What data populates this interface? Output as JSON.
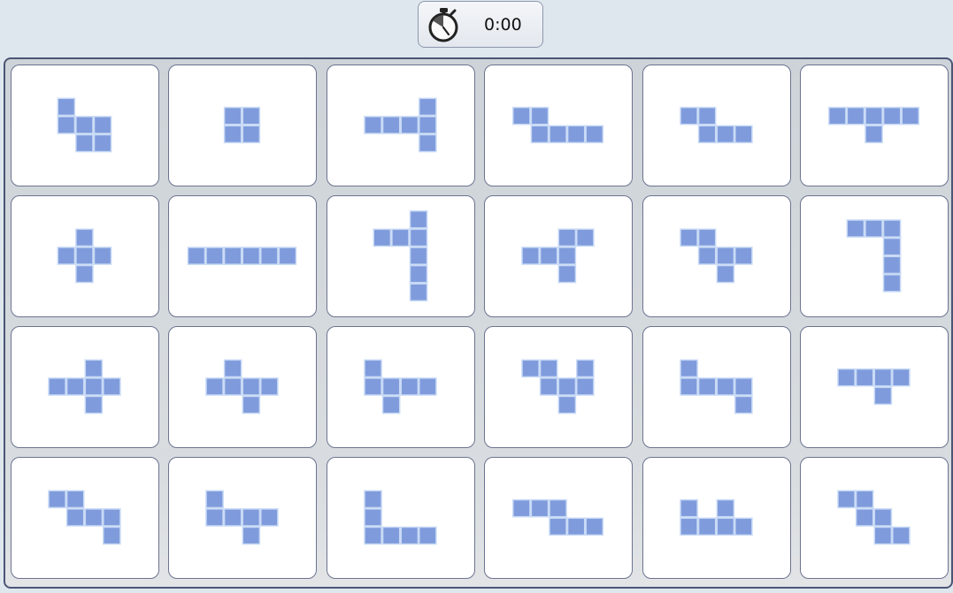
{
  "timer": {
    "value": "0:00",
    "icon": "stopwatch-icon"
  },
  "colors": {
    "cell_fill": "#7f9bdc",
    "cell_stroke": "#c7d9f5",
    "tile_border": "#6c7390",
    "board_border": "#4b5675"
  },
  "board": {
    "rows": 4,
    "cols": 6,
    "tiles": [
      {
        "cells": [
          [
            0,
            0
          ],
          [
            0,
            1
          ],
          [
            1,
            1
          ],
          [
            1,
            2
          ],
          [
            2,
            1
          ],
          [
            2,
            2
          ]
        ]
      },
      {
        "cells": [
          [
            0,
            0
          ],
          [
            1,
            0
          ],
          [
            0,
            1
          ],
          [
            1,
            1
          ]
        ]
      },
      {
        "cells": [
          [
            0,
            1
          ],
          [
            1,
            1
          ],
          [
            2,
            1
          ],
          [
            3,
            0
          ],
          [
            3,
            1
          ],
          [
            3,
            2
          ]
        ]
      },
      {
        "cells": [
          [
            0,
            0
          ],
          [
            1,
            0
          ],
          [
            1,
            1
          ],
          [
            2,
            1
          ],
          [
            3,
            1
          ],
          [
            4,
            1
          ]
        ]
      },
      {
        "cells": [
          [
            0,
            0
          ],
          [
            1,
            0
          ],
          [
            1,
            1
          ],
          [
            2,
            1
          ],
          [
            3,
            1
          ]
        ]
      },
      {
        "cells": [
          [
            0,
            0
          ],
          [
            1,
            0
          ],
          [
            2,
            0
          ],
          [
            2,
            1
          ],
          [
            3,
            0
          ],
          [
            4,
            0
          ]
        ]
      },
      {
        "cells": [
          [
            1,
            0
          ],
          [
            0,
            1
          ],
          [
            1,
            1
          ],
          [
            2,
            1
          ],
          [
            1,
            2
          ]
        ]
      },
      {
        "cells": [
          [
            0,
            0
          ],
          [
            1,
            0
          ],
          [
            2,
            0
          ],
          [
            3,
            0
          ],
          [
            4,
            0
          ],
          [
            5,
            0
          ]
        ]
      },
      {
        "cells": [
          [
            2,
            0
          ],
          [
            0,
            1
          ],
          [
            1,
            1
          ],
          [
            2,
            1
          ],
          [
            2,
            2
          ],
          [
            2,
            3
          ],
          [
            2,
            4
          ]
        ]
      },
      {
        "cells": [
          [
            2,
            0
          ],
          [
            3,
            0
          ],
          [
            0,
            1
          ],
          [
            1,
            1
          ],
          [
            2,
            1
          ],
          [
            2,
            2
          ]
        ]
      },
      {
        "cells": [
          [
            0,
            0
          ],
          [
            1,
            0
          ],
          [
            1,
            1
          ],
          [
            2,
            1
          ],
          [
            3,
            1
          ],
          [
            2,
            2
          ]
        ]
      },
      {
        "cells": [
          [
            0,
            0
          ],
          [
            1,
            0
          ],
          [
            2,
            0
          ],
          [
            2,
            1
          ],
          [
            2,
            2
          ],
          [
            2,
            3
          ]
        ]
      },
      {
        "cells": [
          [
            2,
            0
          ],
          [
            0,
            1
          ],
          [
            1,
            1
          ],
          [
            2,
            1
          ],
          [
            3,
            1
          ],
          [
            2,
            2
          ]
        ]
      },
      {
        "cells": [
          [
            1,
            0
          ],
          [
            0,
            1
          ],
          [
            1,
            1
          ],
          [
            2,
            1
          ],
          [
            3,
            1
          ],
          [
            2,
            2
          ]
        ]
      },
      {
        "cells": [
          [
            0,
            0
          ],
          [
            0,
            1
          ],
          [
            1,
            1
          ],
          [
            2,
            1
          ],
          [
            3,
            1
          ],
          [
            1,
            2
          ]
        ]
      },
      {
        "cells": [
          [
            0,
            0
          ],
          [
            1,
            0
          ],
          [
            3,
            0
          ],
          [
            1,
            1
          ],
          [
            2,
            1
          ],
          [
            3,
            1
          ],
          [
            2,
            2
          ]
        ]
      },
      {
        "cells": [
          [
            0,
            0
          ],
          [
            0,
            1
          ],
          [
            1,
            1
          ],
          [
            2,
            1
          ],
          [
            3,
            1
          ],
          [
            3,
            2
          ]
        ]
      },
      {
        "cells": [
          [
            0,
            0
          ],
          [
            1,
            0
          ],
          [
            2,
            0
          ],
          [
            3,
            0
          ],
          [
            2,
            1
          ]
        ]
      },
      {
        "cells": [
          [
            0,
            0
          ],
          [
            1,
            0
          ],
          [
            1,
            1
          ],
          [
            2,
            1
          ],
          [
            3,
            1
          ],
          [
            3,
            2
          ]
        ]
      },
      {
        "cells": [
          [
            0,
            0
          ],
          [
            0,
            1
          ],
          [
            1,
            1
          ],
          [
            2,
            1
          ],
          [
            3,
            1
          ],
          [
            2,
            2
          ]
        ]
      },
      {
        "cells": [
          [
            0,
            0
          ],
          [
            0,
            1
          ],
          [
            0,
            2
          ],
          [
            1,
            2
          ],
          [
            2,
            2
          ],
          [
            3,
            2
          ]
        ]
      },
      {
        "cells": [
          [
            0,
            0
          ],
          [
            1,
            0
          ],
          [
            2,
            0
          ],
          [
            2,
            1
          ],
          [
            3,
            1
          ],
          [
            4,
            1
          ]
        ]
      },
      {
        "cells": [
          [
            0,
            0
          ],
          [
            2,
            0
          ],
          [
            0,
            1
          ],
          [
            1,
            1
          ],
          [
            2,
            1
          ],
          [
            3,
            1
          ]
        ]
      },
      {
        "cells": [
          [
            0,
            0
          ],
          [
            1,
            0
          ],
          [
            1,
            1
          ],
          [
            2,
            1
          ],
          [
            2,
            2
          ],
          [
            3,
            2
          ]
        ]
      }
    ]
  }
}
